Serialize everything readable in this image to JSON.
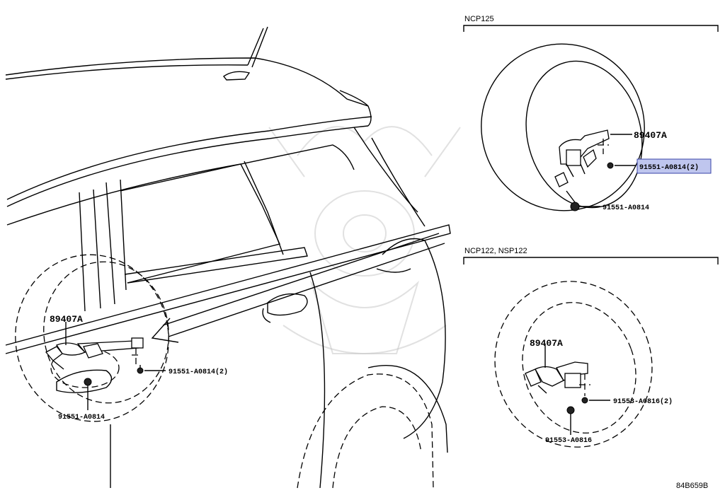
{
  "insets": {
    "top": {
      "title": "NCP125"
    },
    "bottom": {
      "title": "NCP122, NSP122"
    }
  },
  "labels": {
    "main_sensor": "89407A",
    "main_bolt_2": "91551-A0814(2)",
    "main_bolt": "91551-A0814",
    "top_sensor": "89407A",
    "top_bolt_2": "91551-A0814(2)",
    "top_bolt": "91551-A0814",
    "bottom_sensor": "89407A",
    "bottom_bolt_2": "91553-A0816(2)",
    "bottom_bolt": "91553-A0816"
  },
  "diagram_code": "84B659B",
  "highlight_color": "#bfc6ee"
}
